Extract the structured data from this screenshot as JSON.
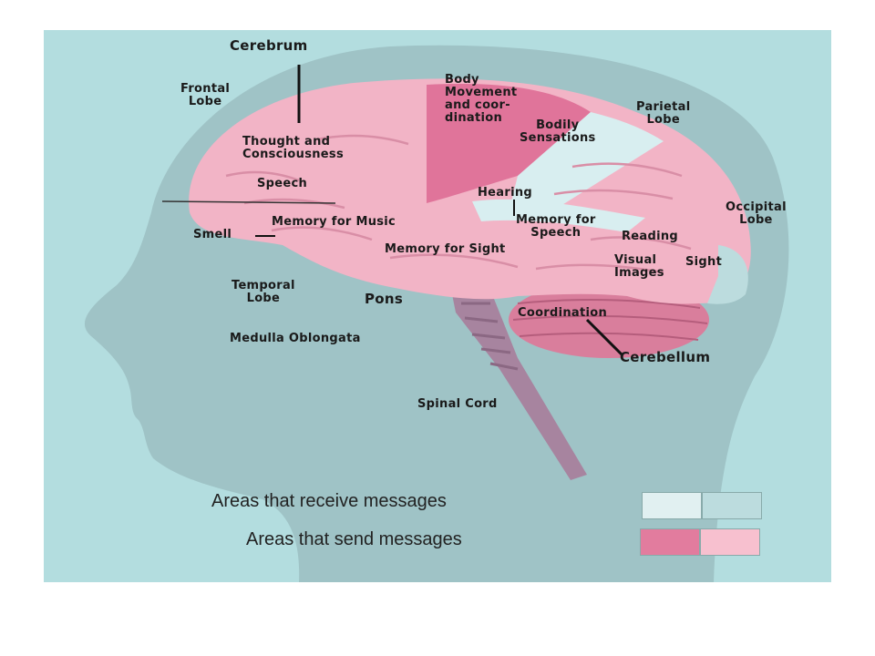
{
  "labels": {
    "cerebrum": "Cerebrum",
    "frontal_lobe": "Frontal\nLobe",
    "body_movement": "Body\nMovement\nand coor-\ndination",
    "parietal_lobe": "Parietal\nLobe",
    "bodily_sensations": "Bodily\nSensations",
    "thought": "Thought and\nConsciousness",
    "speech": "Speech",
    "hearing": "Hearing",
    "occipital_lobe": "Occipital\nLobe",
    "memory_music": "Memory for Music",
    "memory_speech": "Memory for\nSpeech",
    "smell": "Smell",
    "reading": "Reading",
    "memory_sight": "Memory for Sight",
    "visual_images": "Visual\nImages",
    "sight": "Sight",
    "temporal_lobe": "Temporal\nLobe",
    "pons": "Pons",
    "coordination": "Coordination",
    "medulla": "Medulla Oblongata",
    "cerebellum": "Cerebellum",
    "spinal_cord": "Spinal Cord"
  },
  "legend": {
    "receive": "Areas that receive messages",
    "send": "Areas that send messages",
    "receive_colors": [
      "#e1f0f1",
      "#bcdcde"
    ],
    "send_colors": [
      "#e27c9e",
      "#f7c0cf"
    ]
  },
  "colors": {
    "background": "#b3dddf",
    "head_silhouette": "#9fc3c6",
    "brain": "#f2b4c6",
    "brain_fold": "#d98ea6",
    "motor_strip": "#e0749a",
    "sensory_strip": "#d8eef0",
    "cerebellum": "#d97e9c",
    "brainstem": "#a7849f"
  }
}
